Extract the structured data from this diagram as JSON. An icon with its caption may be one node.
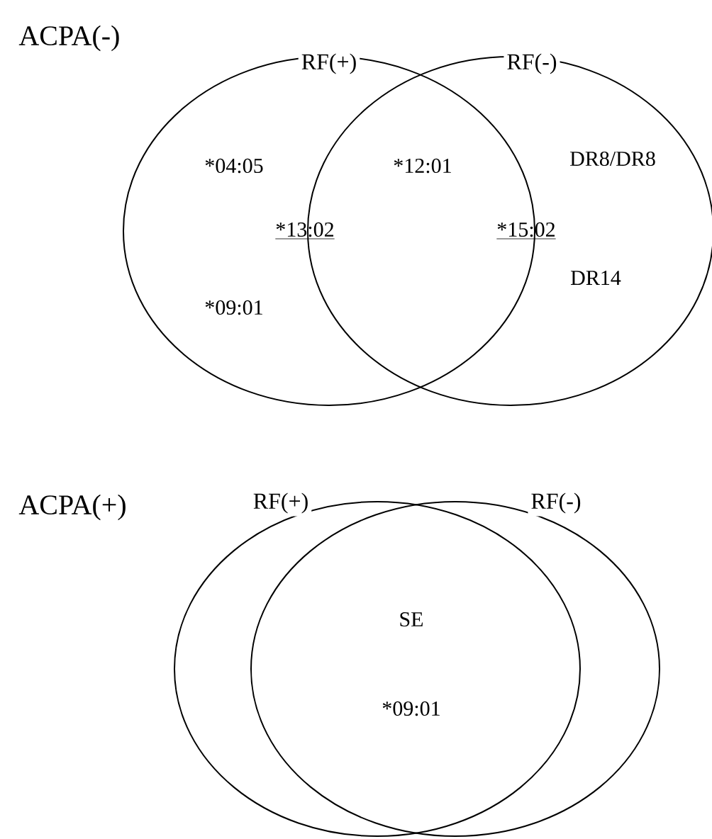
{
  "diagram": {
    "nodes": [
      {
        "text": [
          "RF(+)"
        ]
      },
      {
        "text": [
          "RF(-)"
        ]
      },
      {
        "text": [
          "RF(+)"
        ]
      },
      {
        "text": [
          "RF(-)"
        ]
      }
    ],
    "labels": [
      "ACPA(-)",
      "*04:05",
      "*12:01",
      "DR8/DR8",
      "*13:02",
      "*15:02",
      "DR14",
      "*09:01",
      "ACPA(+)",
      "SE",
      "*09:01"
    ]
  }
}
